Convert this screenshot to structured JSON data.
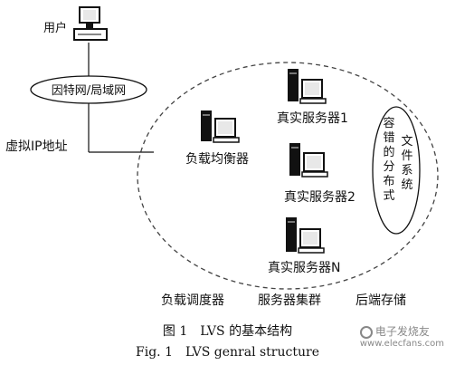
{
  "user_label": "用户",
  "network_label": "因特网/局域网",
  "virtual_ip_label": "虚拟IP地址",
  "load_balancer_label": "负载均衡器",
  "real_server_1_label": "真实服务器1",
  "real_server_2_label": "真实服务器2",
  "real_server_n_label": "真实服务器N",
  "fs_label": "容错的分布式文件系统",
  "footer": {
    "load_scheduler": "负载调度器",
    "server_cluster": "服务器集群",
    "backend_storage": "后端存储"
  },
  "caption": {
    "chinese": "图 1　LVS 的基本结构",
    "english": "Fig. 1　LVS genral structure"
  },
  "watermark": {
    "cn_text": "电子发烧友",
    "url": "www.elecfans.com"
  }
}
